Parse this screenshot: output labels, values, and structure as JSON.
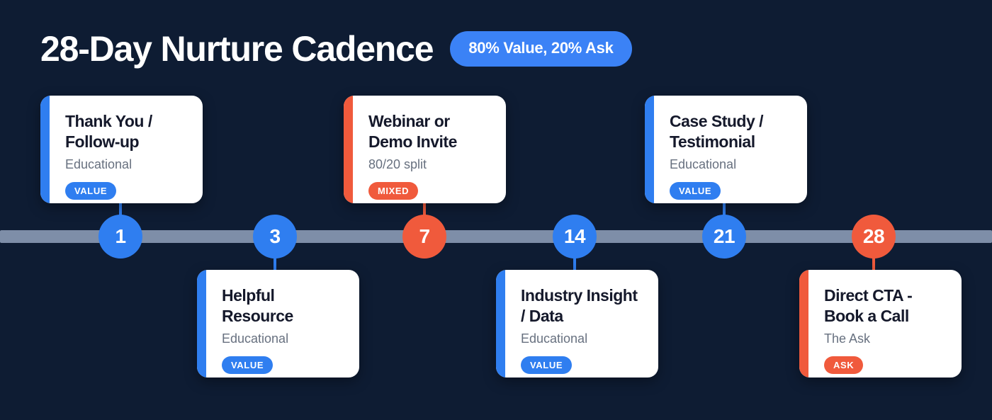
{
  "header": {
    "title": "28-Day Nurture Cadence",
    "badge": "80% Value, 20% Ask"
  },
  "colors": {
    "background": "#0e1c33",
    "timeline_bar": "#7e8ea8",
    "blue": "#2f7ef0",
    "orange": "#f05a3c",
    "card_background": "#ffffff",
    "card_title": "#15192b",
    "card_subtitle": "#67707f"
  },
  "timeline": {
    "milestones": [
      {
        "day": "1",
        "color": "blue",
        "position": "top",
        "title": "Thank You / Follow-up",
        "subtitle": "Educational",
        "tag": "VALUE"
      },
      {
        "day": "3",
        "color": "blue",
        "position": "bottom",
        "title": "Helpful Resource",
        "subtitle": "Educational",
        "tag": "VALUE"
      },
      {
        "day": "7",
        "color": "orange",
        "position": "top",
        "title": "Webinar or Demo Invite",
        "subtitle": "80/20 split",
        "tag": "MIXED"
      },
      {
        "day": "14",
        "color": "blue",
        "position": "bottom",
        "title": "Industry Insight / Data",
        "subtitle": "Educational",
        "tag": "VALUE"
      },
      {
        "day": "21",
        "color": "blue",
        "position": "top",
        "title": "Case Study / Testimonial",
        "subtitle": "Educational",
        "tag": "VALUE"
      },
      {
        "day": "28",
        "color": "orange",
        "position": "bottom",
        "title": "Direct CTA - Book a Call",
        "subtitle": "The Ask",
        "tag": "ASK"
      }
    ]
  }
}
